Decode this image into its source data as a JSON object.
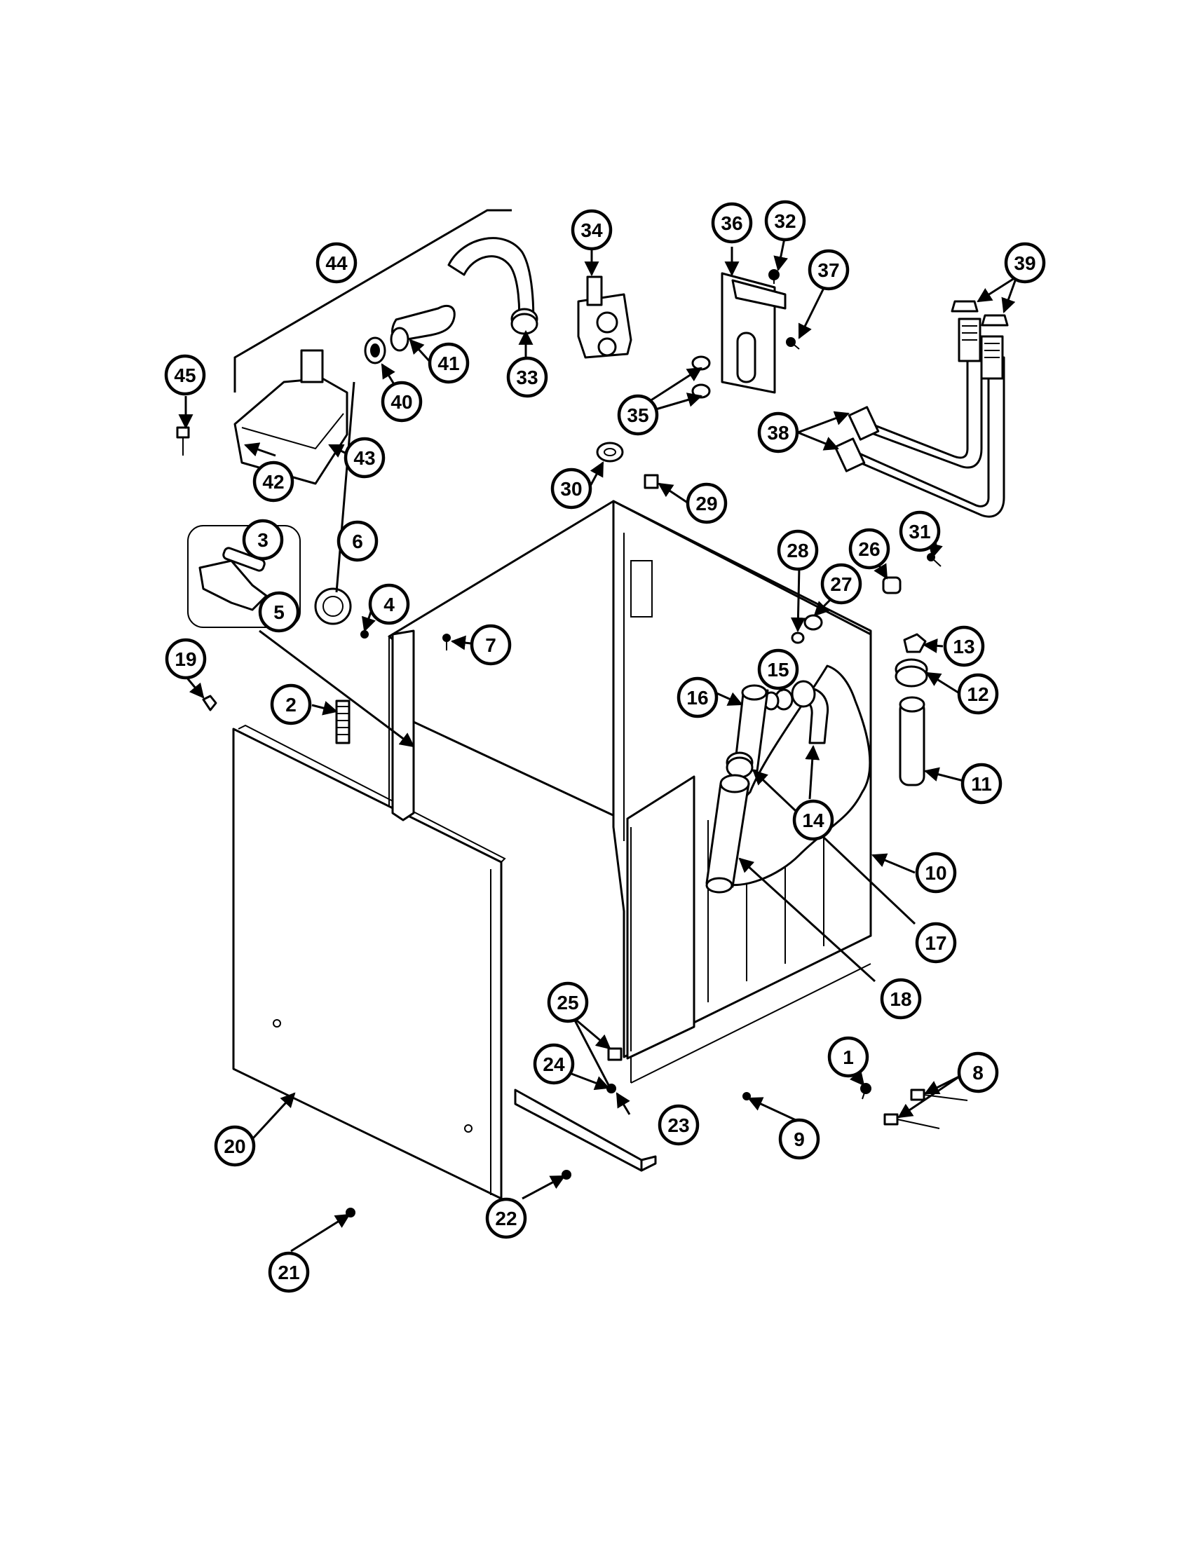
{
  "diagram": {
    "callouts": [
      "1",
      "2",
      "3",
      "4",
      "5",
      "6",
      "7",
      "8",
      "9",
      "10",
      "11",
      "12",
      "13",
      "14",
      "15",
      "16",
      "17",
      "18",
      "19",
      "20",
      "21",
      "22",
      "23",
      "24",
      "25",
      "26",
      "27",
      "28",
      "29",
      "30",
      "31",
      "32",
      "33",
      "34",
      "35",
      "36",
      "37",
      "38",
      "39",
      "40",
      "41",
      "42",
      "43",
      "44",
      "45"
    ]
  }
}
